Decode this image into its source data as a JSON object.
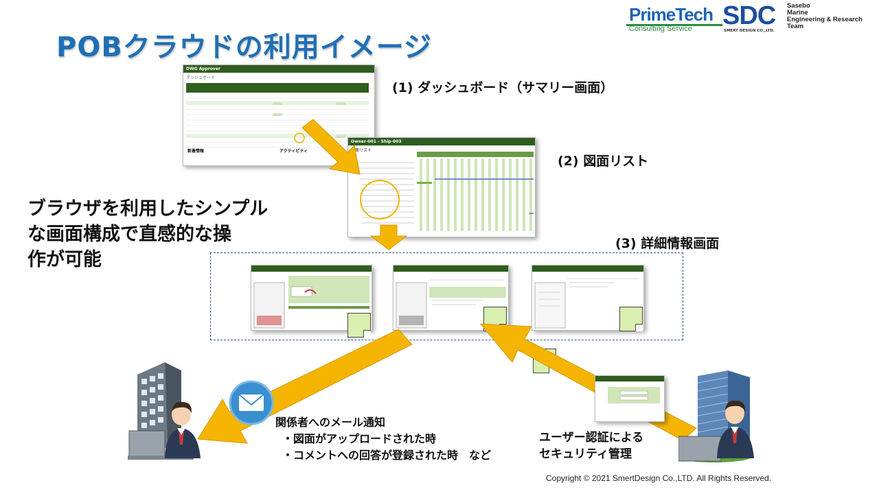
{
  "title": "POBクラウドの利用イメージ",
  "logos": {
    "primetech_name": "PrimeTech",
    "primetech_sub": "Consulting Service",
    "sdc_name": "SDC",
    "sdc_sub": "SMERT DESIGN CO.,LTD.",
    "sasebo_lines": [
      "Sasebo",
      "Marine",
      "Engineering & Research",
      "Team"
    ]
  },
  "steps": {
    "dashboard": "(1) ダッシュボード（サマリー画面）",
    "drawing_list": "(2) 図面リスト",
    "detail": "(3) 詳細情報画面"
  },
  "main_message": [
    "ブラウザを利用したシンプル",
    "な画面構成で直感的な操",
    "作が可能"
  ],
  "screens": {
    "dashboard_header": "DWG Approver",
    "dashboard_subtitle": "ダッシュボード",
    "dashboard_news": "新着情報",
    "dashboard_activity": "アクティビティ",
    "list_header": "Owner-001 - Ship-003",
    "list_title": "図面リスト"
  },
  "mail": {
    "heading": "関係者へのメール通知",
    "items": [
      "・図面がアップロードされた時",
      "・コメントへの回答が登録された時　など"
    ]
  },
  "auth": {
    "lines": [
      "ユーザー認証による",
      "セキュリティ管理"
    ]
  },
  "icons": [
    "mail-icon",
    "office-building-icon",
    "skyscraper-icon",
    "businessman-icon",
    "document-icon",
    "arrow-icon"
  ],
  "colors": {
    "title": "#1f6fb5",
    "arrow": "#f4b400",
    "app_green": "#2f5d1f",
    "highlight_circle": "#f4b400"
  },
  "copyright": "Copyright © 2021 SmertDesign Co.,LTD. All Rights Reserved."
}
